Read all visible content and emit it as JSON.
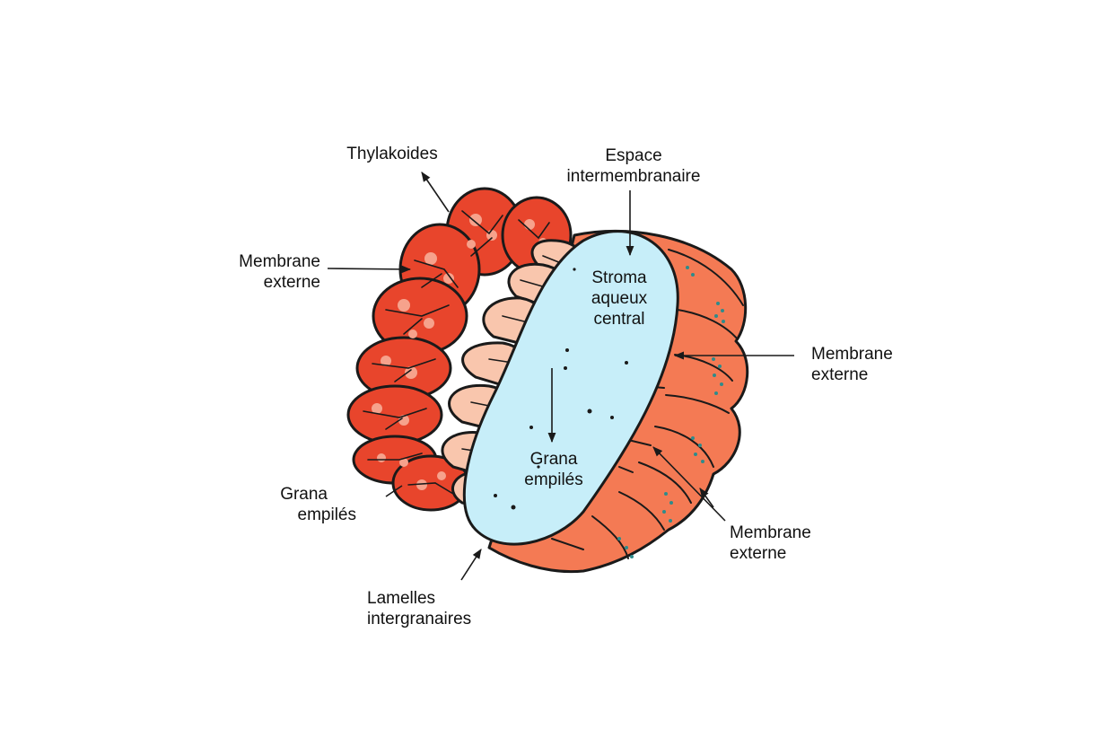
{
  "labels": {
    "thylakoides": "Thylakoides",
    "espace": [
      "Espace",
      "intermembranaire"
    ],
    "membrane_left": [
      "Membrane",
      "externe"
    ],
    "stroma": [
      "Stroma",
      "aqueux",
      "central"
    ],
    "membrane_right_top": [
      "Membrane",
      "externe"
    ],
    "grana_center": [
      "Grana",
      "empilés"
    ],
    "grana_left": [
      "Grana",
      "empilés"
    ],
    "membrane_right_bottom": [
      "Membrane",
      "externe"
    ],
    "lamelles": [
      "Lamelles",
      "intergranaires"
    ]
  },
  "colors": {
    "thylakoid_red": "#e8452c",
    "thylakoid_spot": "#f6a28c",
    "granum_pink": "#f9c6ad",
    "stroma_blue": "#c7eef9",
    "membrane_orange": "#f47a54",
    "dots_teal": "#2e8b8b",
    "outline": "#1a1a1a"
  }
}
